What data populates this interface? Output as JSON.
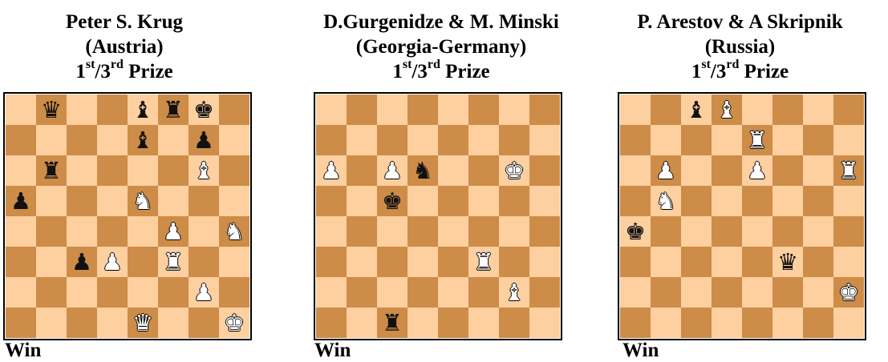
{
  "problems": [
    {
      "composer": "Peter S. Krug",
      "country": "(Austria)",
      "prize_num": "1",
      "prize_sup1": "st",
      "prize_mid": "/3",
      "prize_sup2": "rd",
      "prize_label": " Prize",
      "result": "Win",
      "pieces": [
        {
          "sq": "b8",
          "p": "q",
          "c": "b"
        },
        {
          "sq": "e8",
          "p": "b",
          "c": "b"
        },
        {
          "sq": "f8",
          "p": "r",
          "c": "b"
        },
        {
          "sq": "g8",
          "p": "k",
          "c": "b"
        },
        {
          "sq": "e7",
          "p": "b",
          "c": "b"
        },
        {
          "sq": "g7",
          "p": "p",
          "c": "b"
        },
        {
          "sq": "b6",
          "p": "r",
          "c": "b"
        },
        {
          "sq": "g6",
          "p": "b",
          "c": "w"
        },
        {
          "sq": "a5",
          "p": "p",
          "c": "b"
        },
        {
          "sq": "e5",
          "p": "n",
          "c": "w"
        },
        {
          "sq": "f4",
          "p": "p",
          "c": "w"
        },
        {
          "sq": "h4",
          "p": "n",
          "c": "w"
        },
        {
          "sq": "c3",
          "p": "p",
          "c": "b"
        },
        {
          "sq": "d3",
          "p": "p",
          "c": "w"
        },
        {
          "sq": "f3",
          "p": "r",
          "c": "w"
        },
        {
          "sq": "g2",
          "p": "p",
          "c": "w"
        },
        {
          "sq": "e1",
          "p": "q",
          "c": "w"
        },
        {
          "sq": "h1",
          "p": "k",
          "c": "w"
        }
      ]
    },
    {
      "composer": "D.Gurgenidze & M. Minski",
      "country": "(Georgia-Germany)",
      "prize_num": "1",
      "prize_sup1": "st",
      "prize_mid": "/3",
      "prize_sup2": "rd",
      "prize_label": " Prize",
      "result": "Win",
      "pieces": [
        {
          "sq": "a6",
          "p": "p",
          "c": "w"
        },
        {
          "sq": "c6",
          "p": "p",
          "c": "w"
        },
        {
          "sq": "d6",
          "p": "n",
          "c": "b"
        },
        {
          "sq": "g6",
          "p": "k",
          "c": "w"
        },
        {
          "sq": "c5",
          "p": "k",
          "c": "b"
        },
        {
          "sq": "f3",
          "p": "r",
          "c": "w"
        },
        {
          "sq": "g2",
          "p": "b",
          "c": "w"
        },
        {
          "sq": "c1",
          "p": "r",
          "c": "b"
        }
      ]
    },
    {
      "composer": "P. Arestov & A Skripnik",
      "country": "(Russia)",
      "prize_num": "1",
      "prize_sup1": "st",
      "prize_mid": "/3",
      "prize_sup2": "rd",
      "prize_label": " Prize",
      "result": "Win",
      "pieces": [
        {
          "sq": "c8",
          "p": "b",
          "c": "b"
        },
        {
          "sq": "d8",
          "p": "b",
          "c": "w"
        },
        {
          "sq": "e7",
          "p": "r",
          "c": "w"
        },
        {
          "sq": "b6",
          "p": "p",
          "c": "w"
        },
        {
          "sq": "e6",
          "p": "p",
          "c": "w"
        },
        {
          "sq": "h6",
          "p": "r",
          "c": "w"
        },
        {
          "sq": "b5",
          "p": "n",
          "c": "w"
        },
        {
          "sq": "a4",
          "p": "k",
          "c": "b"
        },
        {
          "sq": "f3",
          "p": "q",
          "c": "b"
        },
        {
          "sq": "h2",
          "p": "k",
          "c": "w"
        }
      ]
    }
  ]
}
